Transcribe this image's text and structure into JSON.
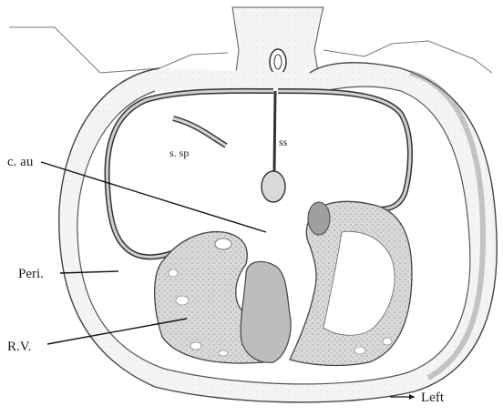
{
  "figure": {
    "labels": {
      "c_au": "c. au",
      "s_sp": "s. sp",
      "ss": "ss",
      "peri": "Peri.",
      "rv": "R.V.",
      "left": "Left"
    },
    "arrow_direction": "right"
  }
}
